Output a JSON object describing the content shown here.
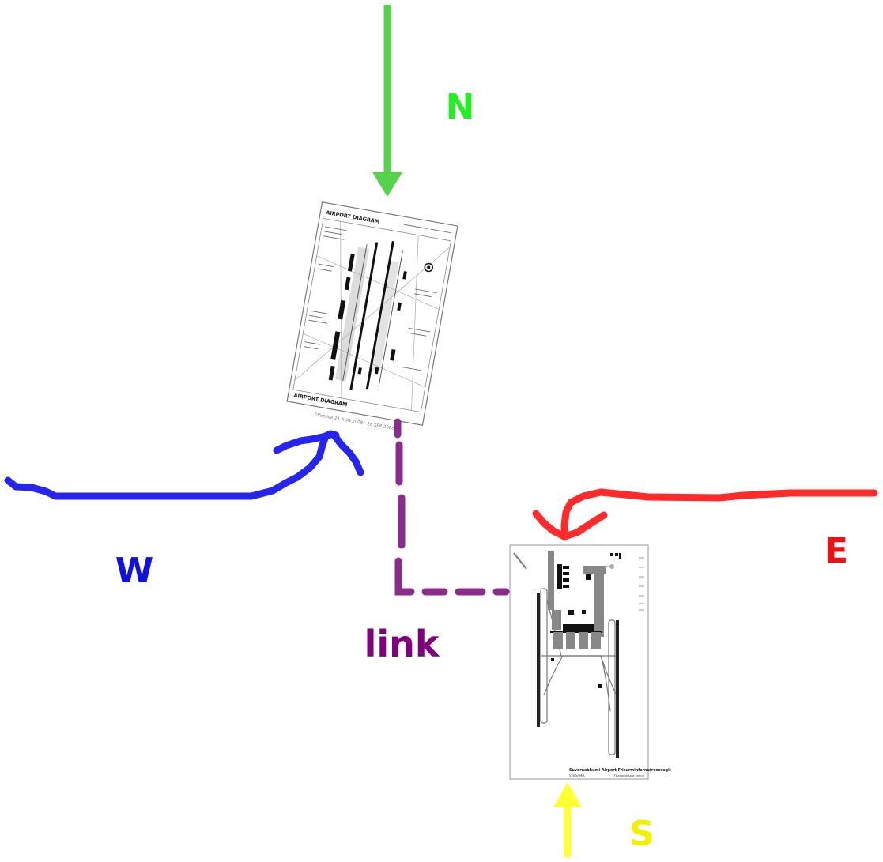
{
  "labels": {
    "north": "N",
    "south": "S",
    "east": "E",
    "west": "W",
    "link": "link"
  },
  "chart1": {
    "title": "AIRPORT DIAGRAM",
    "footer": "Effective 21 AUG 2008 - 28 SEP 2008"
  },
  "chart2": {
    "title": "Suvarnabhumi Airport Frisurminfarnu(rosssugi)",
    "code": "VTBS/BKK",
    "subtitle": "Thailand/Asia online"
  },
  "colors": {
    "north": "#55d44a",
    "south": "#ffff33",
    "east": "#ff2a2a",
    "west": "#2525ee",
    "link": "#8b2c8b",
    "label_north": "#22ee22",
    "label_south": "#f2f200",
    "label_east": "#ee1111",
    "label_west": "#1111dd",
    "label_link": "#800080"
  }
}
